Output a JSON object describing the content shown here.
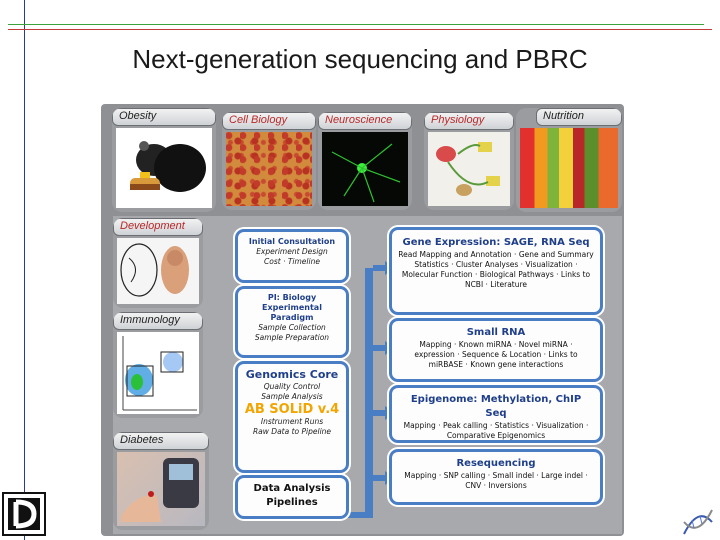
{
  "slide": {
    "title": "Next-generation sequencing and PBRC"
  },
  "tiles": {
    "obesity": "Obesity",
    "cell_biology": "Cell Biology",
    "neuroscience": "Neuroscience",
    "physiology": "Physiology",
    "nutrition": "Nutrition",
    "development": "Development",
    "immunology": "Immunology",
    "diabetes": "Diabetes"
  },
  "workflow": {
    "initial": {
      "heading": "Initial Consultation",
      "line1": "Experiment Design",
      "line2": "Cost · Timeline"
    },
    "pi": {
      "heading": "PI: Biology Experimental Paradigm",
      "line1": "Sample Collection",
      "line2": "Sample Preparation"
    },
    "genomics": {
      "heading": "Genomics Core",
      "line1": "Quality Control",
      "line2": "Sample Analysis",
      "platform": "AB SOLiD v.4",
      "line3": "Instrument Runs",
      "line4": "Raw Data to Pipeline"
    },
    "pipelines": {
      "heading": "Data Analysis Pipelines"
    }
  },
  "analyses": {
    "gene_expression": {
      "heading": "Gene Expression: SAGE, RNA Seq",
      "body": "Read Mapping and Annotation · Gene and Summary Statistics · Cluster Analyses · Visualization · Molecular Function · Biological Pathways · Links to NCBI · Literature"
    },
    "small_rna": {
      "heading": "Small RNA",
      "body": "Mapping · Known miRNA · Novel miRNA · expression · Sequence & Location · Links to miRBASE · Known gene interactions"
    },
    "epigenome": {
      "heading": "Epigenome: Methylation, ChIP Seq",
      "body": "Mapping · Peak calling · Statistics · Visualization · Comparative Epigenomics"
    },
    "resequencing": {
      "heading": "Resequencing",
      "body": "Mapping · SNP calling · Small indel · Large indel · CNV · Inversions"
    }
  },
  "colors": {
    "accent_blue": "#4a7ec4",
    "heading_blue": "#1f3f8a",
    "platform_orange": "#f2a500",
    "label_red": "#b8292a"
  }
}
